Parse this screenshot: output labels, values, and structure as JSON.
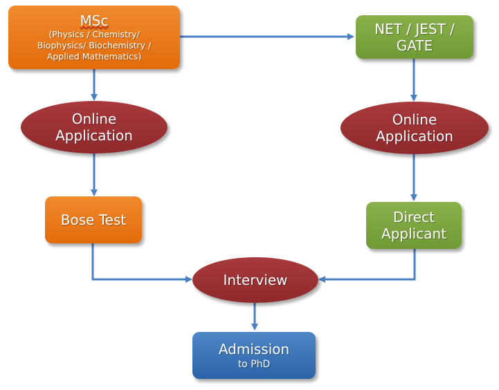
{
  "nodes": {
    "msc": {
      "title": "MSc",
      "subtitle_line1": "(Physics / Chemistry/",
      "subtitle_line2": "Biophysics/ Biochemistry /",
      "subtitle_line3": "Applied Mathematics)"
    },
    "net": {
      "line1": "NET / JEST /",
      "line2": "GATE"
    },
    "online_left": {
      "line1": "Online",
      "line2": "Application"
    },
    "online_right": {
      "line1": "Online",
      "line2": "Application"
    },
    "bose": {
      "label": "Bose Test"
    },
    "direct": {
      "line1": "Direct",
      "line2": "Applicant"
    },
    "interview": {
      "label": "Interview"
    },
    "admission": {
      "label": "Admission",
      "sublabel": "to PhD"
    }
  },
  "colors": {
    "orange": "#e36b0a",
    "green": "#76a03c",
    "blue": "#3a72b8",
    "maroon": "#9b3134",
    "arrow": "#4a7fc1"
  }
}
